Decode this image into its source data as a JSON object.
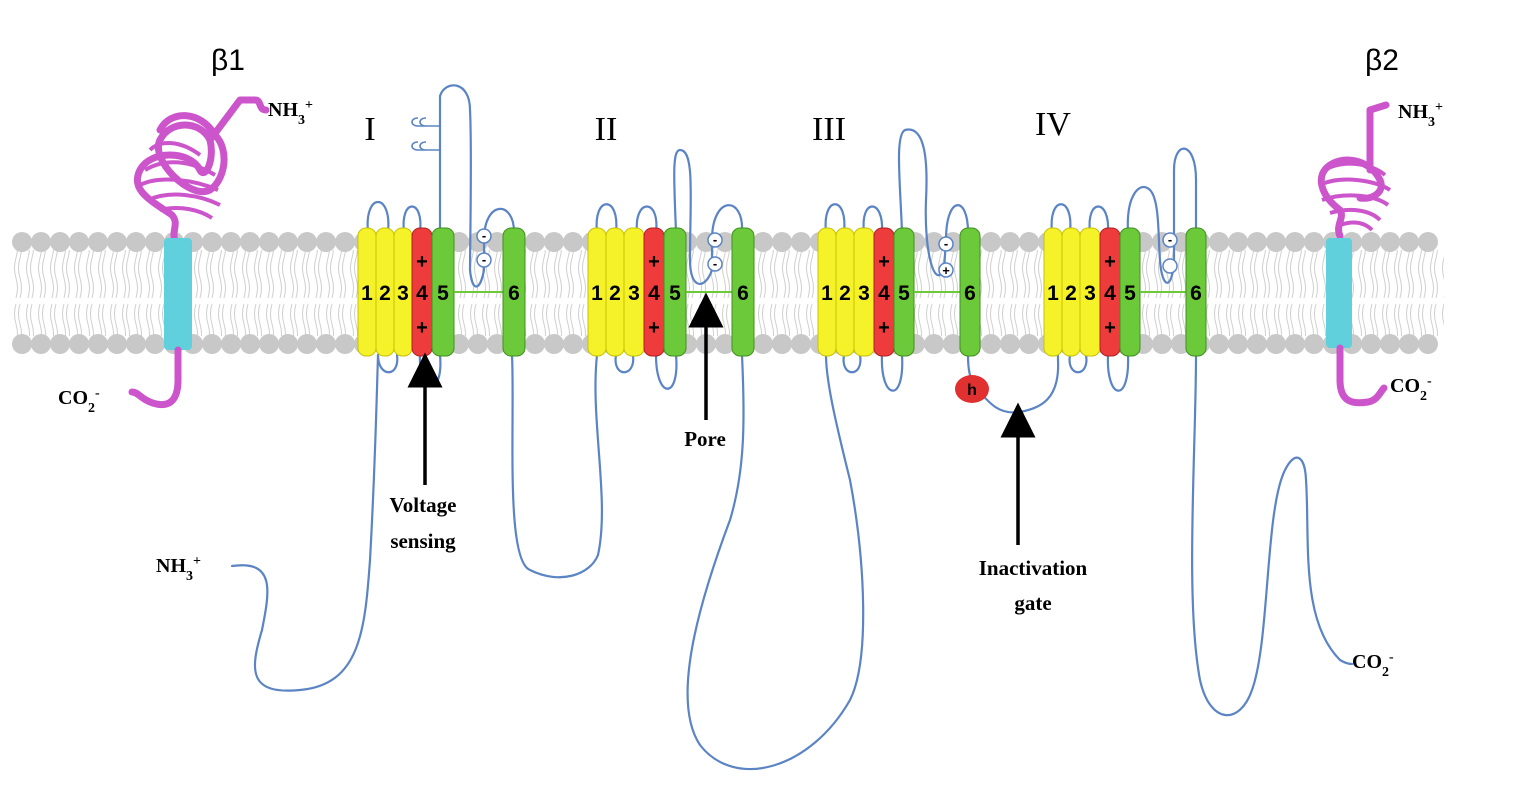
{
  "subunits": {
    "beta1": "β1",
    "beta2": "β2"
  },
  "domains": [
    "I",
    "II",
    "III",
    "IV"
  ],
  "segment_numbers": [
    "1",
    "2",
    "3",
    "4",
    "5",
    "6"
  ],
  "charges": {
    "plus": "+",
    "minus": "-"
  },
  "termini": {
    "beta1_n": "NH3+",
    "beta1_c": "CO2-",
    "beta2_n": "NH3+",
    "beta2_c": "CO2-",
    "alpha_n": "NH3+",
    "alpha_c": "CO2-"
  },
  "gate_letter": "h",
  "annotations": {
    "voltage_sensing_line1": "Voltage",
    "voltage_sensing_line2": "sensing",
    "pore": "Pore",
    "inactivation_line1": "Inactivation",
    "inactivation_line2": "gate"
  },
  "colors": {
    "segments_1_3": "#f6f22a",
    "segment_4": "#ee3b3b",
    "segments_5_6": "#6cc93a",
    "beta_tm": "#5fd0dc",
    "beta_chain": "#cc55cc",
    "loops": "#5b84c4",
    "inactivation_particle": "#e03030",
    "lipid_head": "#c8c8c8"
  }
}
